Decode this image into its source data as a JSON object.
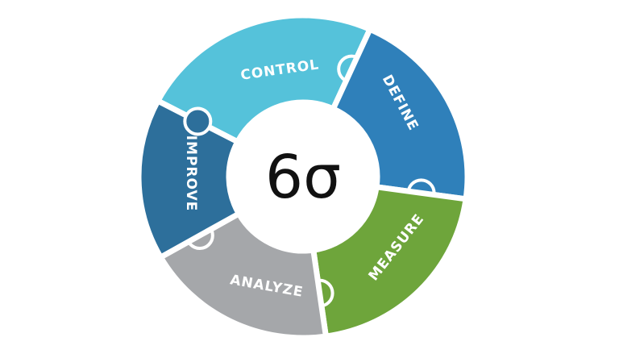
{
  "center_label": "6σ",
  "segments": [
    {
      "label": "CONTROL",
      "color": "#55c2da"
    },
    {
      "label": "DEFINE",
      "color": "#2f80ba"
    },
    {
      "label": "MEASURE",
      "color": "#6ea53b"
    },
    {
      "label": "ANALYZE",
      "color": "#a5a7aa"
    },
    {
      "label": "IMPROVE",
      "color": "#2d6f9b"
    }
  ]
}
